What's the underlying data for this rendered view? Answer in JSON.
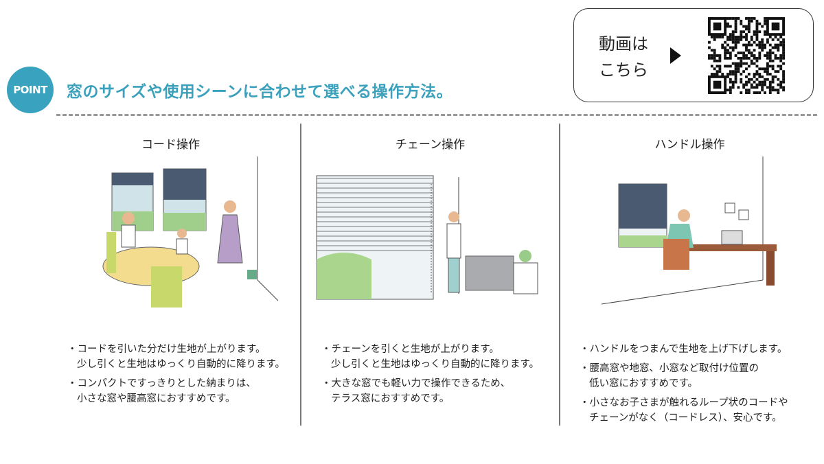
{
  "header": {
    "badge": "POINT",
    "title": "窓のサイズや使用シーンに合わせて選べる操作方法。"
  },
  "video_box": {
    "line1": "動画は",
    "line2": "こちら",
    "qr_icon": "qr-code"
  },
  "columns": [
    {
      "heading": "コード操作",
      "bullets": [
        [
          "・コードを引いた分だけ生地が上がります。",
          "少し引くと生地はゆっくり自動的に降ります。"
        ],
        [
          "・コンパクトですっきりとした納まりは、",
          "小さな窓や腰高窓におすすめです。"
        ]
      ]
    },
    {
      "heading": "チェーン操作",
      "bullets": [
        [
          "・チェーンを引くと生地が上がります。",
          "少し引くと生地はゆっくり自動的に降ります。"
        ],
        [
          "・大きな窓でも軽い力で操作できるため、",
          "テラス窓におすすめです。"
        ]
      ]
    },
    {
      "heading": "ハンドル操作",
      "bullets": [
        [
          "・ハンドルをつまんで生地を上げ下げします。"
        ],
        [
          "・腰高窓や地窓、小窓など取付け位置の",
          "低い窓におすすめです。"
        ],
        [
          "・小さなお子さまが触れるループ状のコードや",
          "チェーンがなく（コードレス）、安心です。"
        ]
      ]
    }
  ],
  "colors": {
    "accent": "#39a2be"
  }
}
